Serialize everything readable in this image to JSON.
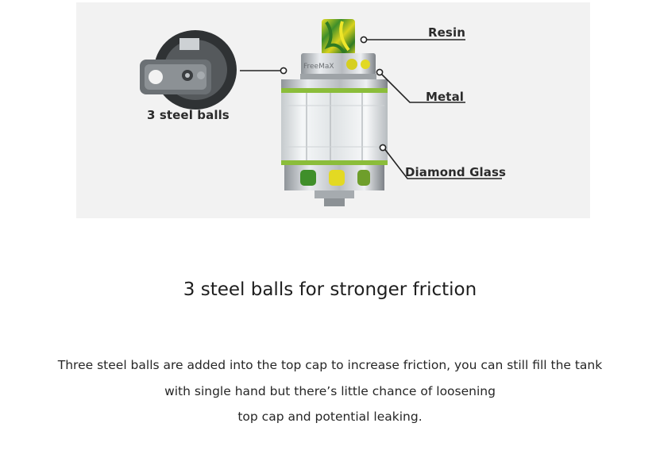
{
  "figure": {
    "labels": {
      "resin": "Resin",
      "metal": "Metal",
      "diamond_glass": "Diamond Glass",
      "steel_balls": "3 steel balls"
    },
    "brand_mark": "FreeMaX",
    "colors": {
      "panel_bg": "#f2f2f2",
      "resin_green": "#3f8f2a",
      "resin_yellow": "#e8de22",
      "metal": "#c9cdd1",
      "glass_ring": "#8bbd3a",
      "callout_line": "#222222",
      "cap_dark": "#3a3d40"
    },
    "icons": [
      "tank-image",
      "top-cap-image",
      "callout-dot-icon"
    ]
  },
  "headline": "3 steel balls for stronger friction",
  "description": {
    "line1": "Three steel balls are added into the top cap to increase friction, you can still fill the tank",
    "line2": "with single hand but there’s little chance of loosening",
    "line3": "top cap and potential leaking."
  }
}
